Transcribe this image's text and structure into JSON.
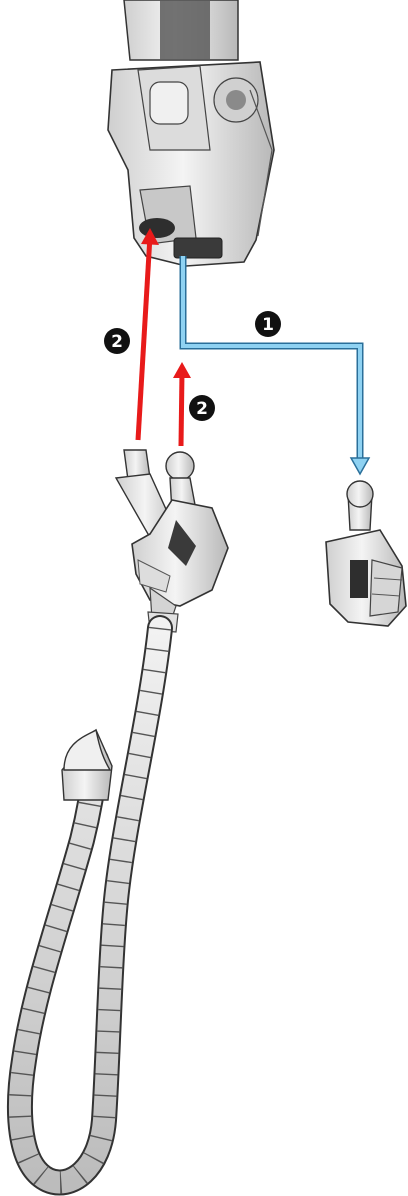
{
  "title": "",
  "steps": [
    {
      "id": "step-1",
      "label": "1",
      "color": "#5ab0e0"
    },
    {
      "id": "step-2",
      "label": "2",
      "color": "#e81a1a"
    }
  ],
  "colors": {
    "part_fill": "#e9e9e9",
    "part_shade": "#bdbdbd",
    "part_dark": "#6f6f6f",
    "outline": "#333333",
    "arrow_remove": "#5ab0e0",
    "arrow_attach": "#e81a1a",
    "badge_fill": "#111111",
    "badge_text": "#ffffff"
  },
  "icons": {
    "forearm": "forearm-icon",
    "peace_hand": "peace-sign-hand-icon",
    "fist_hand": "fist-hand-icon",
    "cable": "tail-cable-icon"
  }
}
